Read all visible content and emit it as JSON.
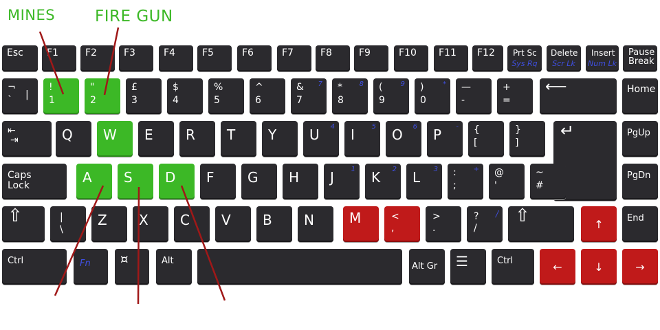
{
  "annotations": {
    "mines": "MINES",
    "fire_gun": "FIRE GUN"
  },
  "colors": {
    "key": "#2b2a2e",
    "highlight_green": "#3cb826",
    "highlight_red": "#c01a1a",
    "fn_blue": "#3f4fe0",
    "pointer_line": "#a01818"
  },
  "keys": {
    "esc": "Esc",
    "f1": "F1",
    "f2": "F2",
    "f3": "F3",
    "f4": "F4",
    "f5": "F5",
    "f6": "F6",
    "f7": "F7",
    "f8": "F8",
    "f9": "F9",
    "f10": "F10",
    "f11": "F11",
    "f12": "F12",
    "prtsc": "Prt Sc",
    "sysrq": "Sys Rq",
    "delete": "Delete",
    "scrlk": "Scr Lk",
    "insert": "Insert",
    "numlk": "Num Lk",
    "pause": "Pause",
    "break": "Break",
    "grave_top": "¬",
    "grave_bot": "`",
    "grave_alt": "|",
    "n1_top": "!",
    "n1": "1",
    "n2_top": "\"",
    "n2": "2",
    "n3_top": "£",
    "n3": "3",
    "n4_top": "$",
    "n4": "4",
    "n5_top": "%",
    "n5": "5",
    "n6_top": "^",
    "n6": "6",
    "n7_top": "&",
    "n7": "7",
    "n7_fn": "7",
    "n8_top": "*",
    "n8": "8",
    "n8_fn": "8",
    "n9_top": "(",
    "n9": "9",
    "n9_fn": "9",
    "n0_top": ")",
    "n0": "0",
    "n0_fn": "*",
    "minus_top": "—",
    "minus": "-",
    "plus_top": "+",
    "plus": "=",
    "backspace": "⟵",
    "home": "Home",
    "tab": "⇤\n⇥",
    "q": "Q",
    "w": "W",
    "e": "E",
    "r": "R",
    "t": "T",
    "y": "Y",
    "u": "U",
    "u_fn": "4",
    "i": "I",
    "i_fn": "5",
    "o": "O",
    "o_fn": "6",
    "p": "P",
    "p_fn": "-",
    "lbrace_top": "{",
    "lbrace": "[",
    "rbrace_top": "}",
    "rbrace": "]",
    "enter": "↵",
    "pgup": "PgUp",
    "caps1": "Caps",
    "caps2": "Lock",
    "a": "A",
    "s": "S",
    "d": "D",
    "f": "F",
    "g": "G",
    "h": "H",
    "j": "J",
    "j_fn": "1",
    "k": "K",
    "k_fn": "2",
    "l": "L",
    "l_fn": "3",
    "colon_top": ":",
    "colon": ";",
    "colon_fn": "+",
    "at_top": "@",
    "at": "'",
    "hash_top": "~",
    "hash": "#",
    "pgdn": "PgDn",
    "shift_icon": "⇧",
    "pipe_top": "|",
    "pipe": "\\",
    "z": "Z",
    "x": "X",
    "c": "C",
    "v": "V",
    "b": "B",
    "n": "N",
    "m": "M",
    "lt_top": "<",
    "lt": ",",
    "gt_top": ">",
    "gt": ".",
    "q_top": "?",
    "q_bot": "/",
    "q_fn": "/",
    "rshift_icon": "⇧",
    "up": "↑",
    "end": "End",
    "ctrl": "Ctrl",
    "fn": "Fn",
    "super": "¤",
    "alt": "Alt",
    "altgr": "Alt Gr",
    "menu": "☰",
    "rctrl": "Ctrl",
    "left": "←",
    "down": "↓",
    "right": "→"
  }
}
